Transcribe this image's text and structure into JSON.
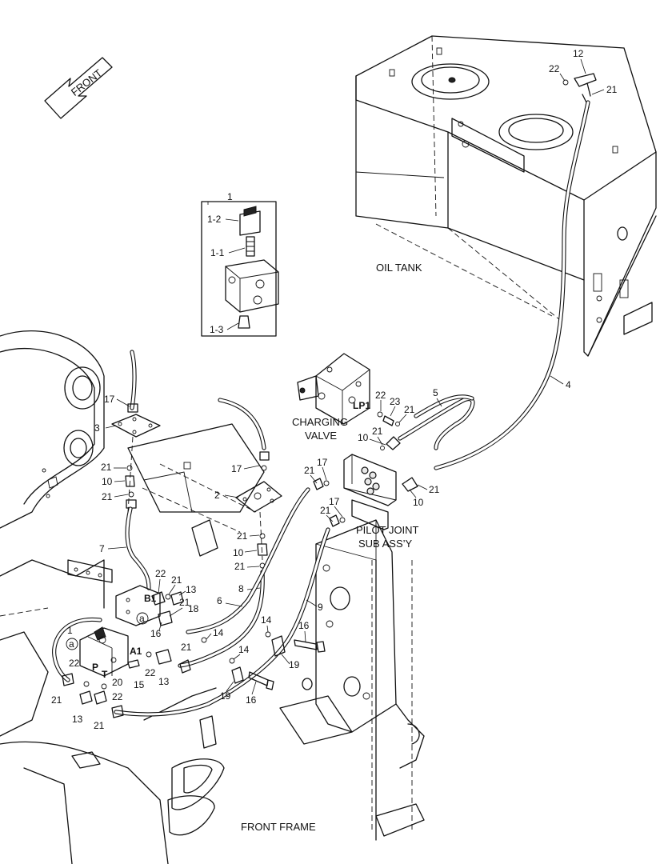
{
  "direction_label": "FRONT",
  "captions": {
    "oil_tank": "OIL TANK",
    "charging_valve_1": "CHARGING",
    "charging_valve_2": "VALVE",
    "pilot_joint_1": "PILOT JOINT",
    "pilot_joint_2": "SUB ASS’Y",
    "front_frame": "FRONT FRAME"
  },
  "port_labels": {
    "lp1": "LP1",
    "b1": "B1",
    "a1": "A1",
    "p": "P",
    "t": "T"
  },
  "detail_marker": "a",
  "inset": {
    "title": "1",
    "parts": [
      "1-2",
      "1-1",
      "1-3"
    ]
  },
  "callouts": {
    "tank_top": [
      "12",
      "22",
      "21"
    ],
    "hose_4": "4",
    "hose_5": "5",
    "cv_22": "22",
    "cv_23": "23",
    "cv_21a": "21",
    "cv_21b": "21",
    "cv_10": "10",
    "pj_21a": "21",
    "pj_17a": "17",
    "pj_21b": "21",
    "pj_17b": "17",
    "pj_21c": "21",
    "pj_10": "10",
    "left_17": "17",
    "left_3": "3",
    "left_21a": "21",
    "left_10": "10",
    "left_21b": "21",
    "left_7": "7",
    "mid_17": "17",
    "mid_2": "2",
    "mid_21a": "21",
    "mid_10": "10",
    "mid_21b": "21",
    "hose_8": "8",
    "hose_6": "6",
    "hose_9": "9",
    "v_22a": "22",
    "v_21a": "21",
    "v_13a": "13",
    "v_21b": "21",
    "v_18": "18",
    "v_16a": "16",
    "v_14a": "14",
    "v_1": "1",
    "v_21c": "21",
    "v_22b": "22",
    "v_13b": "13",
    "v_15": "15",
    "v_20": "20",
    "v_22c": "22",
    "v_22d": "22",
    "v_21d": "21",
    "v_13c": "13",
    "v_21e": "21",
    "r_14a": "14",
    "r_16": "16",
    "r_14b": "14",
    "r_19a": "19",
    "r_19b": "19",
    "r_16b": "16"
  }
}
